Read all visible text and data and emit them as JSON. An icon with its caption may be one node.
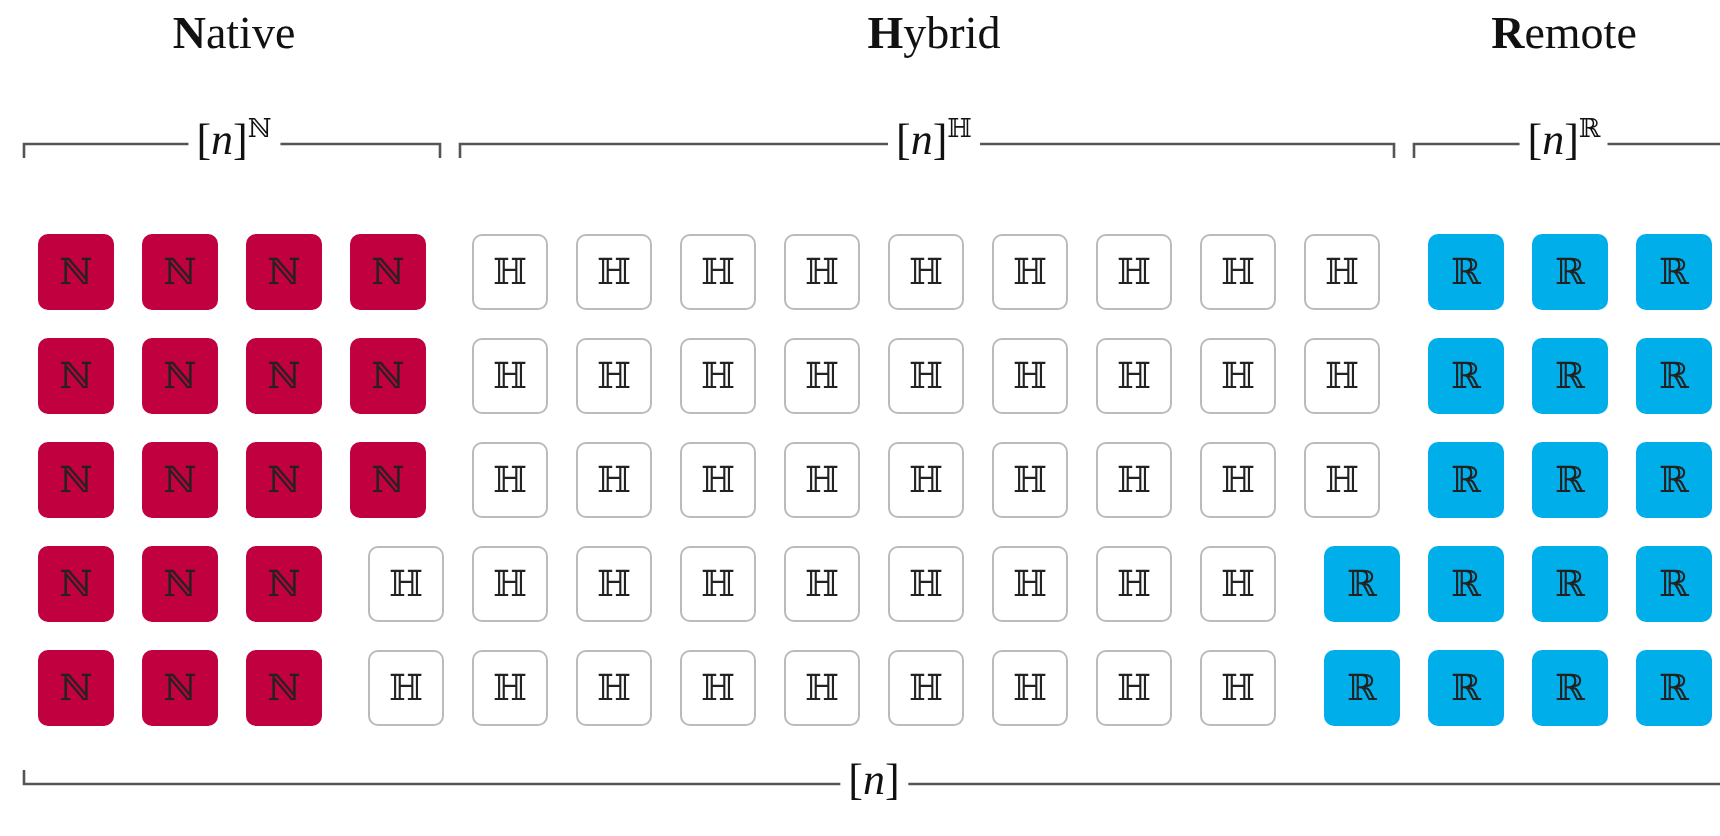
{
  "diagram": {
    "nodes": [
      {
        "text": [
          "ℕ"
        ]
      },
      {
        "text": [
          "ℕ"
        ]
      },
      {
        "text": [
          "ℕ"
        ]
      },
      {
        "text": [
          "ℕ"
        ]
      },
      {
        "text": [
          "ℍ"
        ]
      },
      {
        "text": [
          "ℍ"
        ]
      },
      {
        "text": [
          "ℍ"
        ]
      },
      {
        "text": [
          "ℍ"
        ]
      },
      {
        "text": [
          "ℍ"
        ]
      },
      {
        "text": [
          "ℍ"
        ]
      },
      {
        "text": [
          "ℍ"
        ]
      },
      {
        "text": [
          "ℍ"
        ]
      },
      {
        "text": [
          "ℍ"
        ]
      },
      {
        "text": [
          "ℝ"
        ]
      },
      {
        "text": [
          "ℝ"
        ]
      },
      {
        "text": [
          "ℝ"
        ]
      },
      {
        "text": [
          "ℕ"
        ]
      },
      {
        "text": [
          "ℕ"
        ]
      },
      {
        "text": [
          "ℕ"
        ]
      },
      {
        "text": [
          "ℕ"
        ]
      },
      {
        "text": [
          "ℍ"
        ]
      },
      {
        "text": [
          "ℍ"
        ]
      },
      {
        "text": [
          "ℍ"
        ]
      },
      {
        "text": [
          "ℍ"
        ]
      },
      {
        "text": [
          "ℍ"
        ]
      },
      {
        "text": [
          "ℍ"
        ]
      },
      {
        "text": [
          "ℍ"
        ]
      },
      {
        "text": [
          "ℍ"
        ]
      },
      {
        "text": [
          "ℍ"
        ]
      },
      {
        "text": [
          "ℝ"
        ]
      },
      {
        "text": [
          "ℝ"
        ]
      },
      {
        "text": [
          "ℝ"
        ]
      },
      {
        "text": [
          "ℕ"
        ]
      },
      {
        "text": [
          "ℕ"
        ]
      },
      {
        "text": [
          "ℕ"
        ]
      },
      {
        "text": [
          "ℕ"
        ]
      },
      {
        "text": [
          "ℍ"
        ]
      },
      {
        "text": [
          "ℍ"
        ]
      },
      {
        "text": [
          "ℍ"
        ]
      },
      {
        "text": [
          "ℍ"
        ]
      },
      {
        "text": [
          "ℍ"
        ]
      },
      {
        "text": [
          "ℍ"
        ]
      },
      {
        "text": [
          "ℍ"
        ]
      },
      {
        "text": [
          "ℍ"
        ]
      },
      {
        "text": [
          "ℍ"
        ]
      },
      {
        "text": [
          "ℝ"
        ]
      },
      {
        "text": [
          "ℝ"
        ]
      },
      {
        "text": [
          "ℝ"
        ]
      },
      {
        "text": [
          "ℕ"
        ]
      },
      {
        "text": [
          "ℕ"
        ]
      },
      {
        "text": [
          "ℕ"
        ]
      },
      {
        "text": [
          "ℍ"
        ]
      },
      {
        "text": [
          "ℍ"
        ]
      },
      {
        "text": [
          "ℍ"
        ]
      },
      {
        "text": [
          "ℍ"
        ]
      },
      {
        "text": [
          "ℍ"
        ]
      },
      {
        "text": [
          "ℍ"
        ]
      },
      {
        "text": [
          "ℍ"
        ]
      },
      {
        "text": [
          "ℍ"
        ]
      },
      {
        "text": [
          "ℍ"
        ]
      },
      {
        "text": [
          "ℝ"
        ]
      },
      {
        "text": [
          "ℝ"
        ]
      },
      {
        "text": [
          "ℝ"
        ]
      },
      {
        "text": [
          "ℝ"
        ]
      },
      {
        "text": [
          "ℕ"
        ]
      },
      {
        "text": [
          "ℕ"
        ]
      },
      {
        "text": [
          "ℕ"
        ]
      },
      {
        "text": [
          "ℍ"
        ]
      },
      {
        "text": [
          "ℍ"
        ]
      },
      {
        "text": [
          "ℍ"
        ]
      },
      {
        "text": [
          "ℍ"
        ]
      },
      {
        "text": [
          "ℍ"
        ]
      },
      {
        "text": [
          "ℍ"
        ]
      },
      {
        "text": [
          "ℍ"
        ]
      },
      {
        "text": [
          "ℍ"
        ]
      },
      {
        "text": [
          "ℍ"
        ]
      },
      {
        "text": [
          "ℝ"
        ]
      },
      {
        "text": [
          "ℝ"
        ]
      },
      {
        "text": [
          "ℝ"
        ]
      },
      {
        "text": [
          "ℝ"
        ]
      }
    ],
    "labels": [
      "**N**ative",
      "**H**ybrid",
      "**R**emote",
      "[*n*]$^{ℕ}$",
      "[*n*]$^{ℍ}$",
      "[*n*]$^{ℝ}$",
      "[*n*]"
    ]
  }
}
